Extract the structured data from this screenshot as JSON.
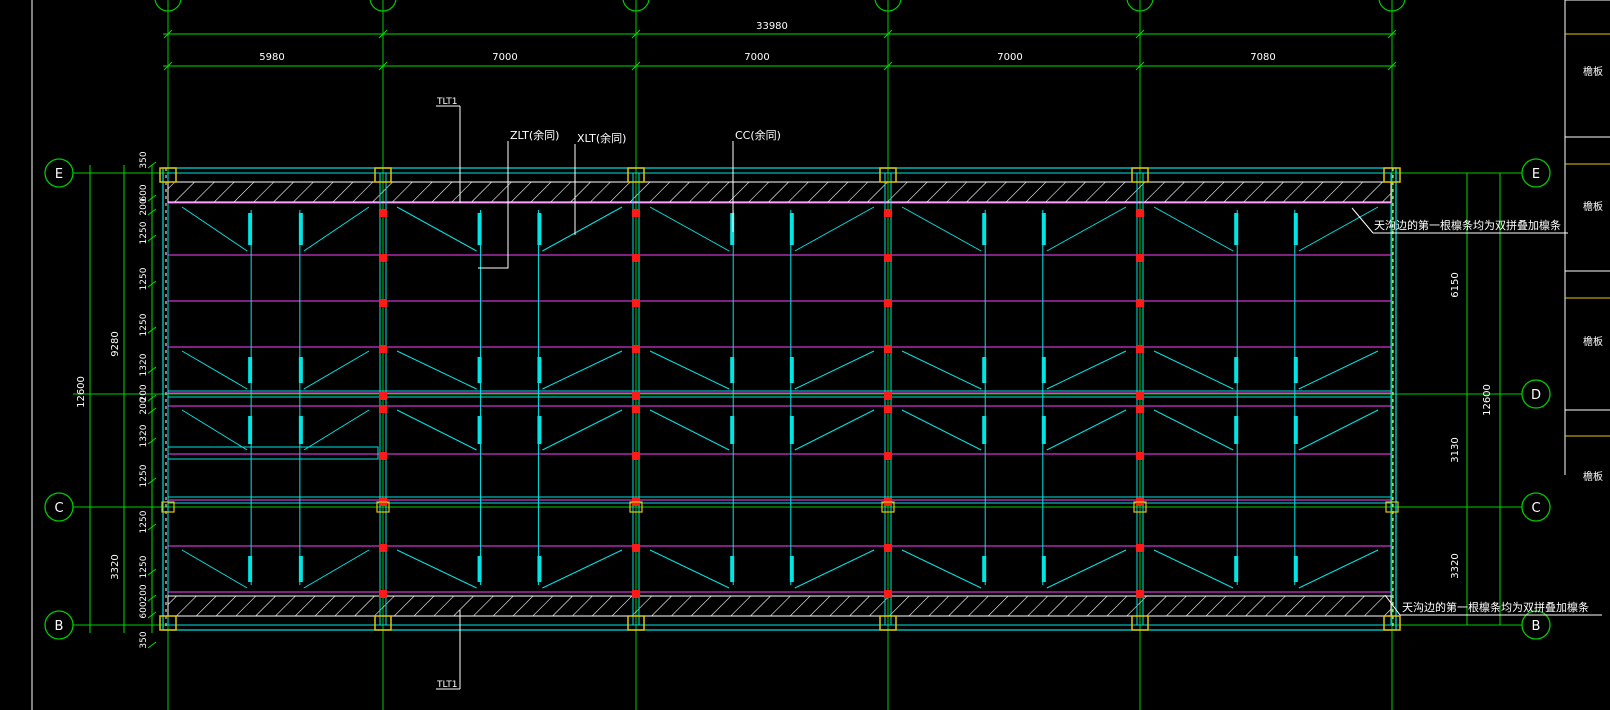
{
  "drawing": {
    "total_dimension": "33980",
    "bay_dimensions": [
      "5980",
      "7000",
      "7000",
      "7000",
      "7080"
    ],
    "grid_rows": [
      {
        "label": "E"
      },
      {
        "label": "D"
      },
      {
        "label": "C"
      },
      {
        "label": "B"
      }
    ],
    "left_segment_dims": [
      "350",
      "600",
      "200",
      "1250",
      "1250",
      "1250",
      "1320",
      "200",
      "200",
      "1320",
      "1250",
      "1250",
      "1250",
      "200",
      "600",
      "350"
    ],
    "left_group_dims": [
      "9280",
      "3320"
    ],
    "left_overall_dim": "12600",
    "right_dims": [
      "6150",
      "3130",
      "3320"
    ],
    "right_overall_dim": "12600",
    "annotations": {
      "top_tie": "TLT1",
      "bottom_tie": "TLT1",
      "zlt": "ZLT(余同)",
      "xlt": "XLT(余同)",
      "cc": "CC(余同)",
      "gutter_note_top": "天沟边的第一根檩条均为双拼叠加檩条",
      "gutter_note_bottom": "天沟边的第一根檩条均为双拼叠加檩条"
    },
    "side_panel_labels": [
      "檐板",
      "檐板",
      "檐板",
      "檐板"
    ],
    "colors": {
      "background": "#000000",
      "grid_line": "#00cc00",
      "dimension": "#00dd00",
      "member": "#00e5e5",
      "purlin": "#ff40ff",
      "support_marker": "#ff1a1a",
      "column_marker": "#e6c800",
      "text": "#ffffff"
    }
  }
}
